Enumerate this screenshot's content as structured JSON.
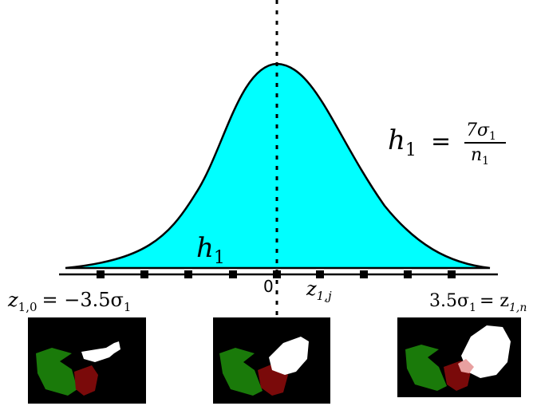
{
  "diagram": {
    "curve_color": "#00ffff",
    "curve_outline_color": "#000000",
    "label_h1_area": "h",
    "label_h1_area_sub": "1",
    "formula": {
      "lhs": "h",
      "lhs_sub": "1",
      "equals": "=",
      "numerator": "7σ",
      "numerator_sub": "1",
      "denominator": "n",
      "denominator_sub": "1"
    },
    "zero_label": "0",
    "left_label": "z",
    "left_label_sub": "1,0",
    "left_label_rest": "= −3.5σ",
    "left_label_rest_sub": "1",
    "mid_label": "z",
    "mid_label_sub": "1,j",
    "right_label": "3.5σ",
    "right_label_sub": "1",
    "right_label_rest": "= z",
    "right_label_rest_sub": "1,n"
  },
  "thumbnails": {
    "colors": {
      "background": "#000000",
      "green": "#1a7a0a",
      "red": "#7a0a0a",
      "white": "#ffffff",
      "pink": "#e8a0a0"
    }
  }
}
